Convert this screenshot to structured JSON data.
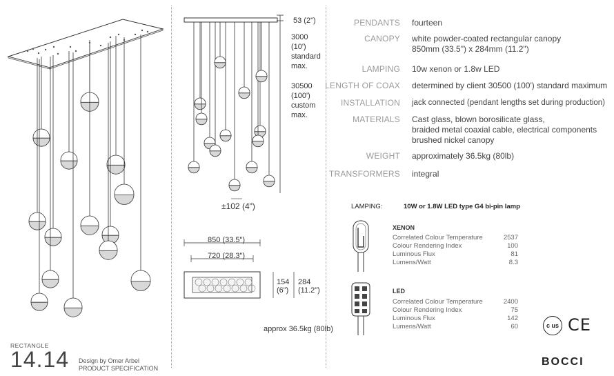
{
  "specs": [
    {
      "label": "PENDANTS",
      "value": "fourteen"
    },
    {
      "label": "CANOPY",
      "value": "white powder-coated rectangular canopy",
      "value2": "850mm (33.5\") x 284mm (11.2\")"
    },
    {
      "label": "LAMPING",
      "value": "10w xenon or 1.8w LED"
    },
    {
      "label": "LENGTH OF COAX",
      "value": "determined by client 30500 (100') standard maximum"
    },
    {
      "label": "INSTALLATION",
      "value": "jack connected (pendant lengths set during production)"
    },
    {
      "label": "MATERIALS",
      "value": "Cast glass, blown borosilicate glass,",
      "value2": "braided metal coaxial cable, electrical components",
      "value3": "brushed nickel canopy"
    },
    {
      "label": "WEIGHT",
      "value": "approximately 36.5kg (80lb)"
    },
    {
      "label": "TRANSFORMERS",
      "value": "integral"
    }
  ],
  "side_dims": {
    "canopy_height": "53 (2\")",
    "standard_mm": "3000",
    "standard_ft": "(10')",
    "standard_word1": "standard",
    "standard_word2": "max.",
    "custom_mm": "30500",
    "custom_ft": "(100')",
    "custom_word1": "custom",
    "custom_word2": "max.",
    "tolerance": "±102 (4\")"
  },
  "plan": {
    "outer_width": "850 (33.5\")",
    "inner_width": "720 (28.3\")",
    "inner_depth": "154",
    "inner_depth_in": "(6\")",
    "outer_depth": "284",
    "outer_depth_in": "(11.2\")",
    "weight": "approx 36.5kg (80lb)"
  },
  "lamping_panel": {
    "label": "LAMPING:",
    "title": "10W or 1.8W LED type G4 bi-pin lamp",
    "xenon": {
      "name": "XENON",
      "rows": [
        {
          "k": "Correlated Colour Temperature",
          "v": "2537"
        },
        {
          "k": "Colour Rendering Index",
          "v": "100"
        },
        {
          "k": "Luminous Flux",
          "v": "81"
        },
        {
          "k": "Lumens/Watt",
          "v": "8.3"
        }
      ]
    },
    "led": {
      "name": "LED",
      "rows": [
        {
          "k": "Correlated Colour Temperature",
          "v": "2400"
        },
        {
          "k": "Colour Rendering Index",
          "v": "75"
        },
        {
          "k": "Luminous Flux",
          "v": "142"
        },
        {
          "k": "Lumens/Watt",
          "v": "60"
        }
      ]
    }
  },
  "footer": {
    "family": "RECTANGLE",
    "model": "14.14",
    "designer": "Design by Omer Arbel",
    "doc_type": "PRODUCT SPECIFICATION",
    "brand": "BOCCI",
    "cert_mark": "c us",
    "ce_mark": "CE"
  }
}
